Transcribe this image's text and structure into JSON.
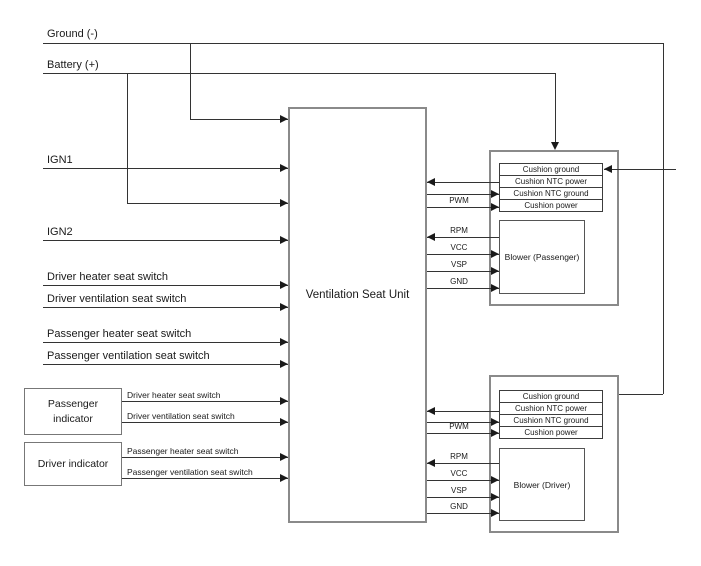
{
  "rails": {
    "ground": "Ground (-)",
    "battery": "Battery (+)"
  },
  "inputs": {
    "ign1": "IGN1",
    "ign2": "IGN2",
    "driver_heater": "Driver heater seat switch",
    "driver_vent": "Driver ventilation seat switch",
    "pass_heater": "Passenger heater seat switch",
    "pass_vent": "Passenger ventilation seat switch"
  },
  "unit": {
    "label": "Ventilation Seat Unit"
  },
  "indicators": {
    "passenger": {
      "label": "Passenger\nindicator",
      "out1": "Driver heater seat switch",
      "out2": "Driver ventilation seat switch"
    },
    "driver": {
      "label": "Driver indicator",
      "out1": "Passenger heater seat switch",
      "out2": "Passenger ventilation seat switch"
    }
  },
  "signals": {
    "pwm": "PWM",
    "rpm": "RPM",
    "vcc": "VCC",
    "vsp": "VSP",
    "gnd": "GND"
  },
  "passenger_assembly": {
    "rows": [
      "Cushion ground",
      "Cushion NTC power",
      "Cushion NTC ground",
      "Cushion power"
    ],
    "blower": "Blower (Passenger)"
  },
  "driver_assembly": {
    "rows": [
      "Cushion ground",
      "Cushion NTC power",
      "Cushion NTC ground",
      "Cushion power"
    ],
    "blower": "Blower (Driver)"
  },
  "colors": {
    "line": "#333333",
    "box_border": "#8a8a8a",
    "text": "#1a1a1a",
    "background": "#ffffff"
  }
}
